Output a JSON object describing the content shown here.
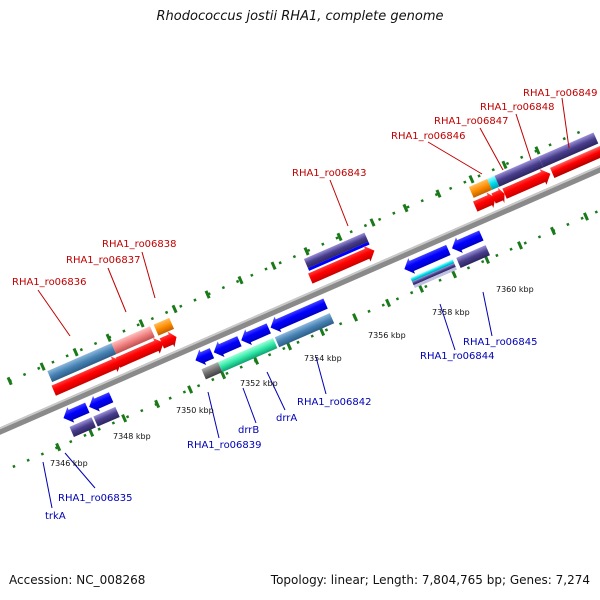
{
  "title": "Rhodococcus jostii RHA1, complete genome",
  "footer": {
    "accession_label": "Accession:",
    "accession": "NC_008268",
    "topology_label": "Topology:",
    "topology": "linear",
    "length_label": "Length:",
    "length": "7,804,765 bp",
    "genes_label": "Genes:",
    "genes": "7,274"
  },
  "scale_labels": [
    "7346 kbp",
    "7348 kbp",
    "7350 kbp",
    "7352 kbp",
    "7354 kbp",
    "7356 kbp",
    "7358 kbp",
    "7360 kbp"
  ],
  "genes_top": [
    "RHA1_ro06836",
    "RHA1_ro06837",
    "RHA1_ro06838",
    "RHA1_ro06843",
    "RHA1_ro06846",
    "RHA1_ro06847",
    "RHA1_ro06848",
    "RHA1_ro06849"
  ],
  "genes_bottom": [
    "trkA",
    "RHA1_ro06835",
    "RHA1_ro06839",
    "drrB",
    "drrA",
    "RHA1_ro06842",
    "RHA1_ro06844",
    "RHA1_ro06845"
  ],
  "colors": {
    "forward_gene": "#ff0000",
    "reverse_gene": "#0000ff",
    "top_label": "#c00000",
    "bottom_label": "#0000b4",
    "tick": "#1a7a1a",
    "axis": "#8a8a8a"
  }
}
